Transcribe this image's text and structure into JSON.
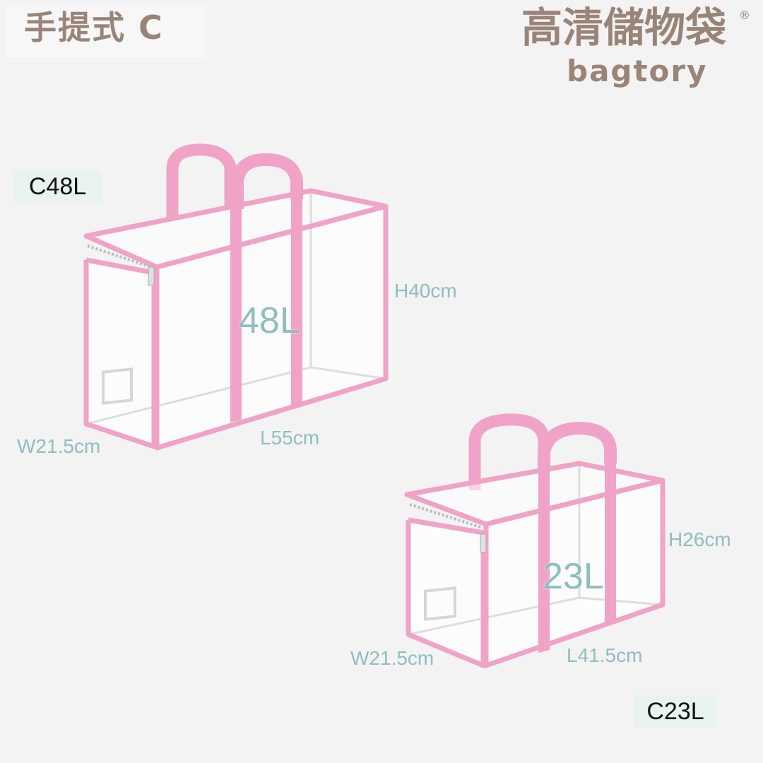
{
  "header": {
    "title": "手提式 C",
    "brand_cn": "高清儲物袋",
    "brand_reg": "®",
    "brand_en": "bagtory"
  },
  "bags": [
    {
      "model": "C48L",
      "volume": "48L",
      "height": "H40cm",
      "length": "L55cm",
      "width": "W21.5cm"
    },
    {
      "model": "C23L",
      "volume": "23L",
      "height": "H26cm",
      "length": "L41.5cm",
      "width": "W21.5cm"
    }
  ],
  "colors": {
    "accent_brand": "#9a8478",
    "bag_trim": "#f0a3c6",
    "dimension_text": "#8fbdc0",
    "tag_bg": "#e8f3f1",
    "background": "#f3f3f3"
  }
}
